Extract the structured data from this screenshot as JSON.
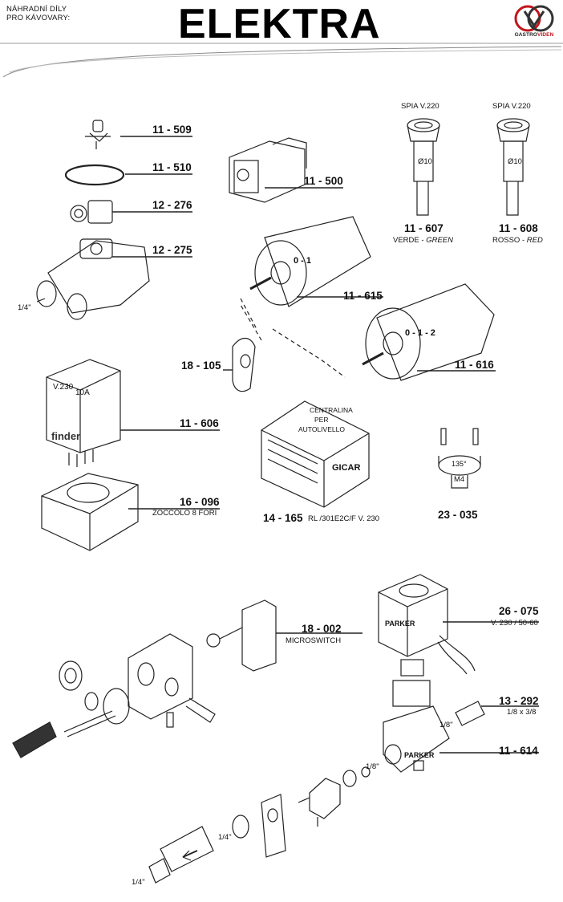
{
  "header": {
    "subtitle_line1": "NÁHRADNÍ DÍLY",
    "subtitle_line2": "PRO KÁVOVARY:",
    "title": "ELEKTRA",
    "logo_text_main": "GASTRO",
    "logo_text_accent": "VIDEN",
    "logo_accent_color": "#c0161c"
  },
  "parts": {
    "p11_509": "11 - 509",
    "p11_510": "11 - 510",
    "p12_276": "12 - 276",
    "p12_275": "12 - 275",
    "p11_500": "11 - 500",
    "p11_607": "11 - 607",
    "p11_607_sub_a": "VERDE - ",
    "p11_607_sub_b": "GREEN",
    "p11_608": "11 - 608",
    "p11_608_sub_a": "ROSSO - ",
    "p11_608_sub_b": "RED",
    "p11_615": "11 - 615",
    "p18_105": "18 - 105",
    "p11_616": "11 - 616",
    "p11_606": "11 - 606",
    "p16_096": "16 - 096",
    "p16_096_sub": "ZOCCOLO  8 FORI",
    "p14_165": "14 - 165",
    "p14_165_sub": "RL /301E2C/F  V. 230",
    "p23_035": "23 - 035",
    "p18_002": "18 - 002",
    "p18_002_sub": "MICROSWITCH",
    "p26_075": "26 - 075",
    "p26_075_sub": "V. 230 / 50-60",
    "p13_292": "13 - 292",
    "p13_292_sub": "1/8 x 3/8",
    "p11_614": "11 - 614"
  },
  "labels": {
    "spia1": "SPIA  V.220",
    "spia2": "SPIA  V.220",
    "diam1": "Ø10",
    "diam2": "Ø10",
    "quarter_a": "1/4\"",
    "m4": "M4",
    "temp": "135°",
    "relay_v": "V.230",
    "relay_a": "10A",
    "relay_brand": "finder",
    "central_1": "CENTRALINA",
    "central_2": "PER",
    "central_3": "AUTOLIVELLO",
    "gicar": "GICAR",
    "sw1": "0 - 1",
    "sw2": "0 - 1 - 2",
    "parker_coil": "PARKER",
    "parker_valve": "PARKER",
    "eighth_1": "1/8\"",
    "eighth_2": "1/8\"",
    "quarter_b": "1/4\"",
    "quarter_c": "1/4\""
  }
}
